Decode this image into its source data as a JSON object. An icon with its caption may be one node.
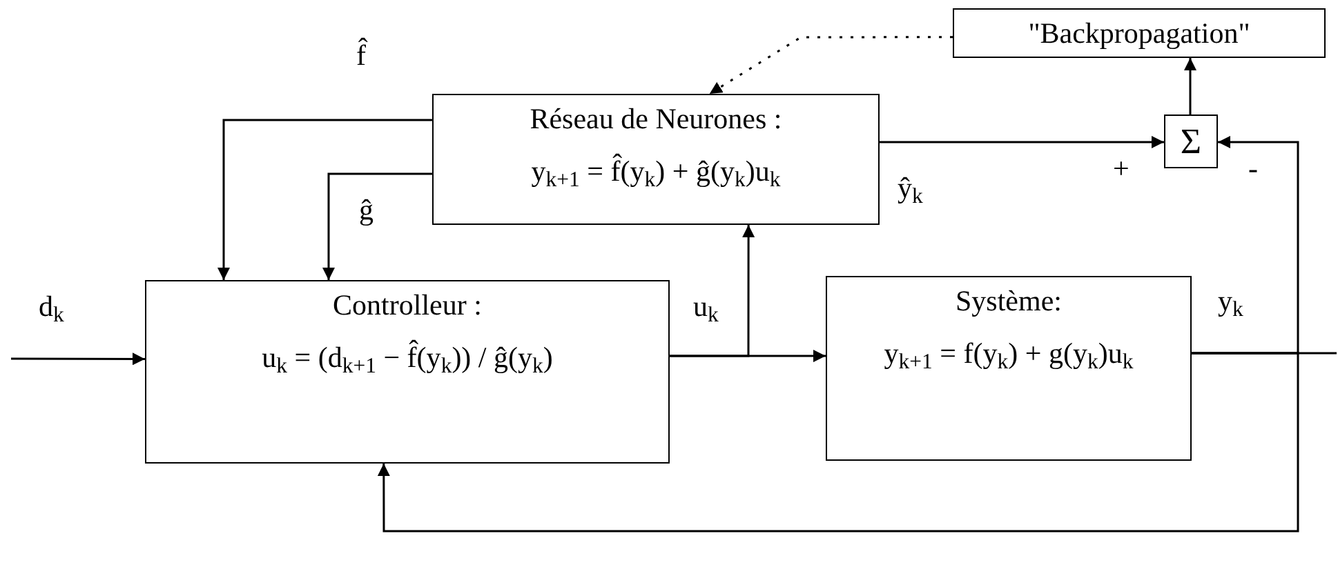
{
  "diagram": {
    "nodes": [
      {
        "text": [
          "\"Backpropagation\""
        ]
      },
      {
        "text": [
          "Réseau de Neurones :",
          "y$_{k+1}$ = f̂(y$_{k}$) + ĝ(y$_{k}$)u$_{k}$"
        ]
      },
      {
        "text": [
          "Controlleur :",
          "u$_{k}$ = (d$_{k+1}$ − f̂(y$_{k}$)) / ĝ(y$_{k}$)"
        ]
      },
      {
        "text": [
          "Système:",
          "y$_{k+1}$ = f(y$_{k}$) + g(y$_{k}$)u$_{k}$"
        ]
      },
      {
        "text": [
          "Σ"
        ]
      }
    ],
    "edges": [
      {
        "from": null,
        "to": 2,
        "arrow": "to",
        "label": "d$_{k}$"
      },
      {
        "from": 1,
        "to": 2,
        "arrow": "to",
        "label": "f̂"
      },
      {
        "from": 1,
        "to": 2,
        "arrow": "to",
        "label": "ĝ"
      },
      {
        "from": 2,
        "to": 3,
        "arrow": "to",
        "label": "u$_{k}$"
      },
      {
        "from": 2,
        "to": 1,
        "arrow": "to"
      },
      {
        "from": 1,
        "to": 4,
        "arrow": "to",
        "label": "ŷ$_{k}$"
      },
      {
        "from": 4,
        "to": 0,
        "arrow": "to"
      },
      {
        "from": 3,
        "to": null,
        "arrow": "none",
        "label": "y$_{k}$"
      },
      {
        "from": 3,
        "to": 4,
        "arrow": "to"
      },
      {
        "from": 3,
        "to": 2,
        "arrow": "to"
      },
      {
        "from": 0,
        "to": 1,
        "arrow": "to",
        "style": "dashed"
      }
    ],
    "labels": [
      "+",
      "-"
    ]
  }
}
